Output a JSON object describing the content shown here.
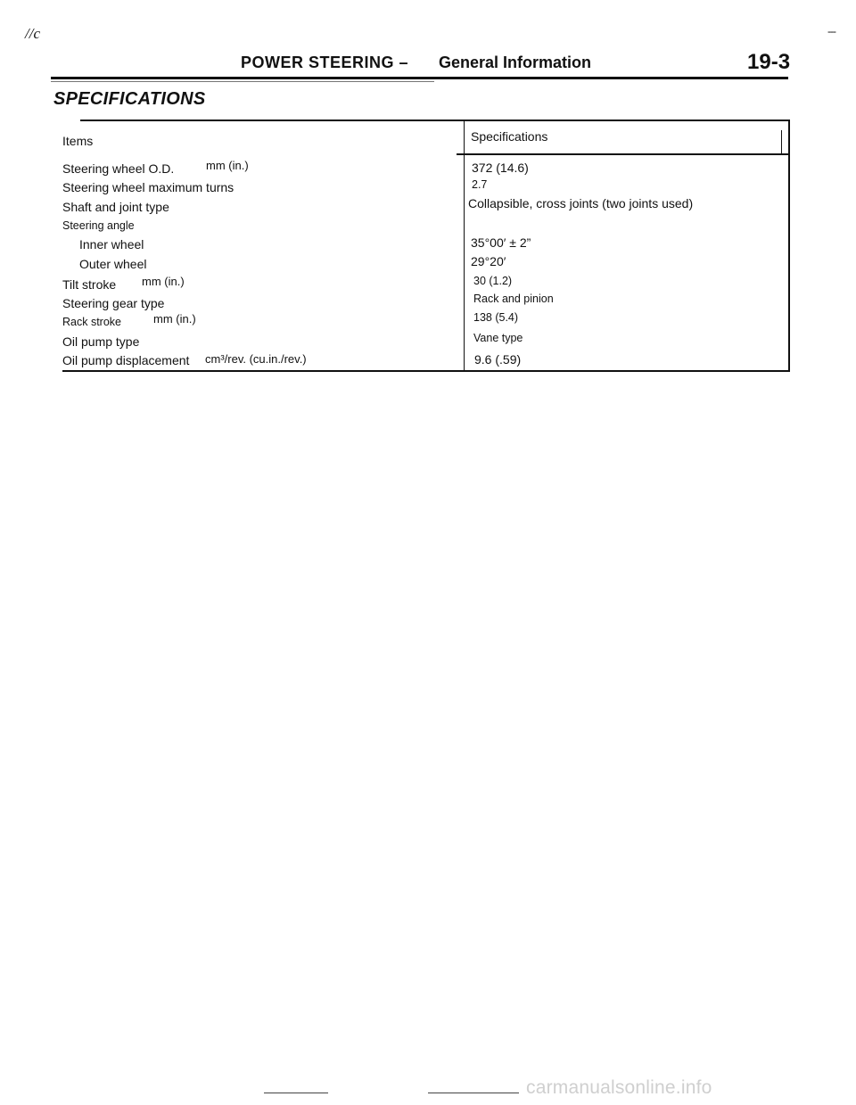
{
  "page": {
    "corner_mark": "//c",
    "corner_dash": "---",
    "header_title": "POWER STEERING –",
    "header_subtitle": "General Information",
    "page_number": "19-3"
  },
  "section_title": "SPECIFICATIONS",
  "table": {
    "col_items": "Items",
    "col_specs": "Specifications",
    "rows": [
      {
        "item": "Steering wheel O.D.",
        "unit": "mm (in.)",
        "spec": "372 (14.6)"
      },
      {
        "item": "Steering wheel maximum turns",
        "unit": "",
        "spec": "2.7"
      },
      {
        "item": "Shaft and joint type",
        "unit": "",
        "spec": "Collapsible, cross joints (two joints used)"
      },
      {
        "item": "Steering angle",
        "unit": "",
        "spec": ""
      },
      {
        "item": "Inner wheel",
        "unit": "",
        "spec": "35°00′ ± 2”"
      },
      {
        "item": "Outer wheel",
        "unit": "",
        "spec": "29°20′"
      },
      {
        "item": "Tilt stroke",
        "unit": "mm (in.)",
        "spec": "30 (1.2)"
      },
      {
        "item": "Steering gear type",
        "unit": "",
        "spec": "Rack and pinion"
      },
      {
        "item": "Rack stroke",
        "unit": "mm (in.)",
        "spec": "138 (5.4)"
      },
      {
        "item": "Oil pump type",
        "unit": "",
        "spec": "Vane type"
      },
      {
        "item": "Oil pump displacement",
        "unit": "cm³/rev. (cu.in./rev.)",
        "spec": "9.6 (.59)"
      }
    ]
  },
  "watermark": "carmanualsonline.info"
}
